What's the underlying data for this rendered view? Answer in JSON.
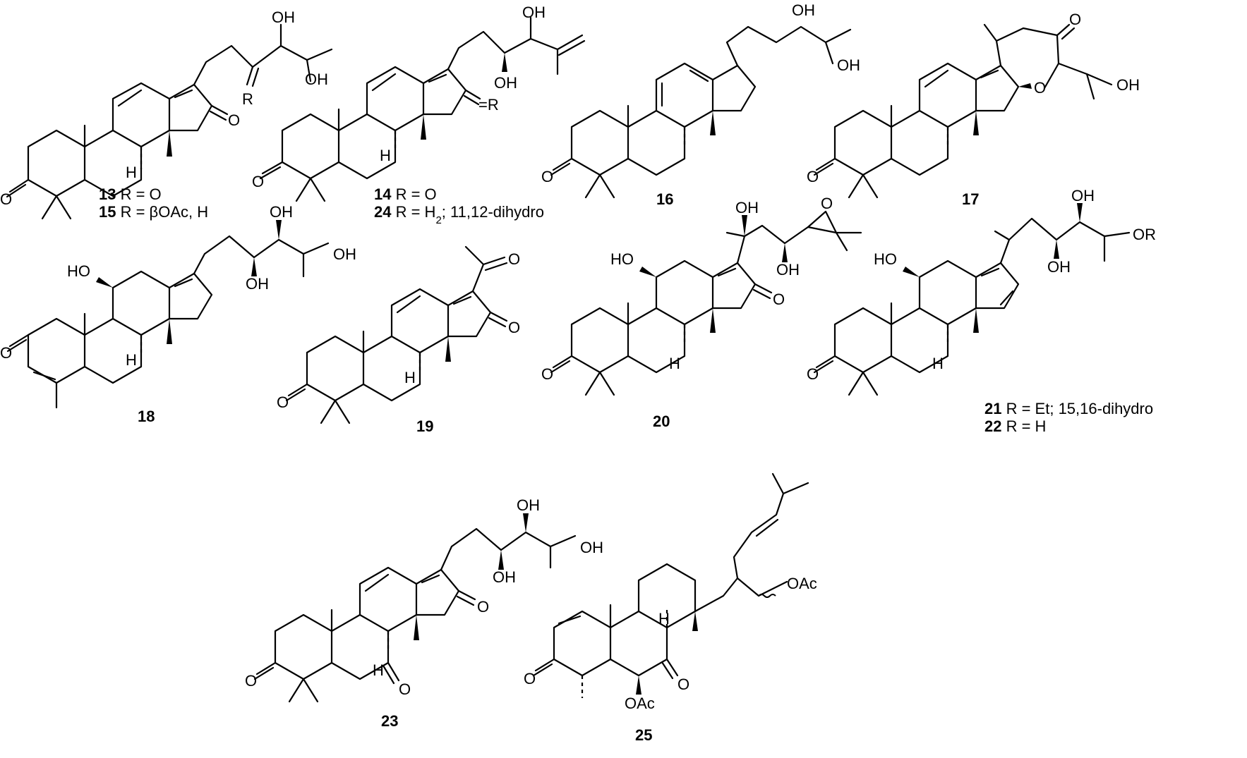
{
  "atom_labels": {
    "O": "O",
    "OH": "OH",
    "H": "H",
    "HO": "HO",
    "R": "R",
    "OR": "OR",
    "OAc": "OAc",
    "eqR": "=R"
  },
  "compounds": [
    {
      "id": "c13",
      "number": "13",
      "caption": " R = O"
    },
    {
      "id": "c15",
      "number": "15",
      "caption": " R = βOAc, H"
    },
    {
      "id": "c14",
      "number": "14",
      "caption": " R = O"
    },
    {
      "id": "c24",
      "number": "24",
      "caption_pre": " R = H",
      "caption_sub": "2",
      "caption_post": "; 11,12-dihydro"
    },
    {
      "id": "c16",
      "number": "16"
    },
    {
      "id": "c17",
      "number": "17"
    },
    {
      "id": "c18",
      "number": "18"
    },
    {
      "id": "c19",
      "number": "19"
    },
    {
      "id": "c20",
      "number": "20"
    },
    {
      "id": "c21",
      "number": "21",
      "caption": " R = Et; 15,16-dihydro"
    },
    {
      "id": "c22",
      "number": "22",
      "caption": " R = H"
    },
    {
      "id": "c23",
      "number": "23"
    },
    {
      "id": "c25",
      "number": "25"
    }
  ]
}
